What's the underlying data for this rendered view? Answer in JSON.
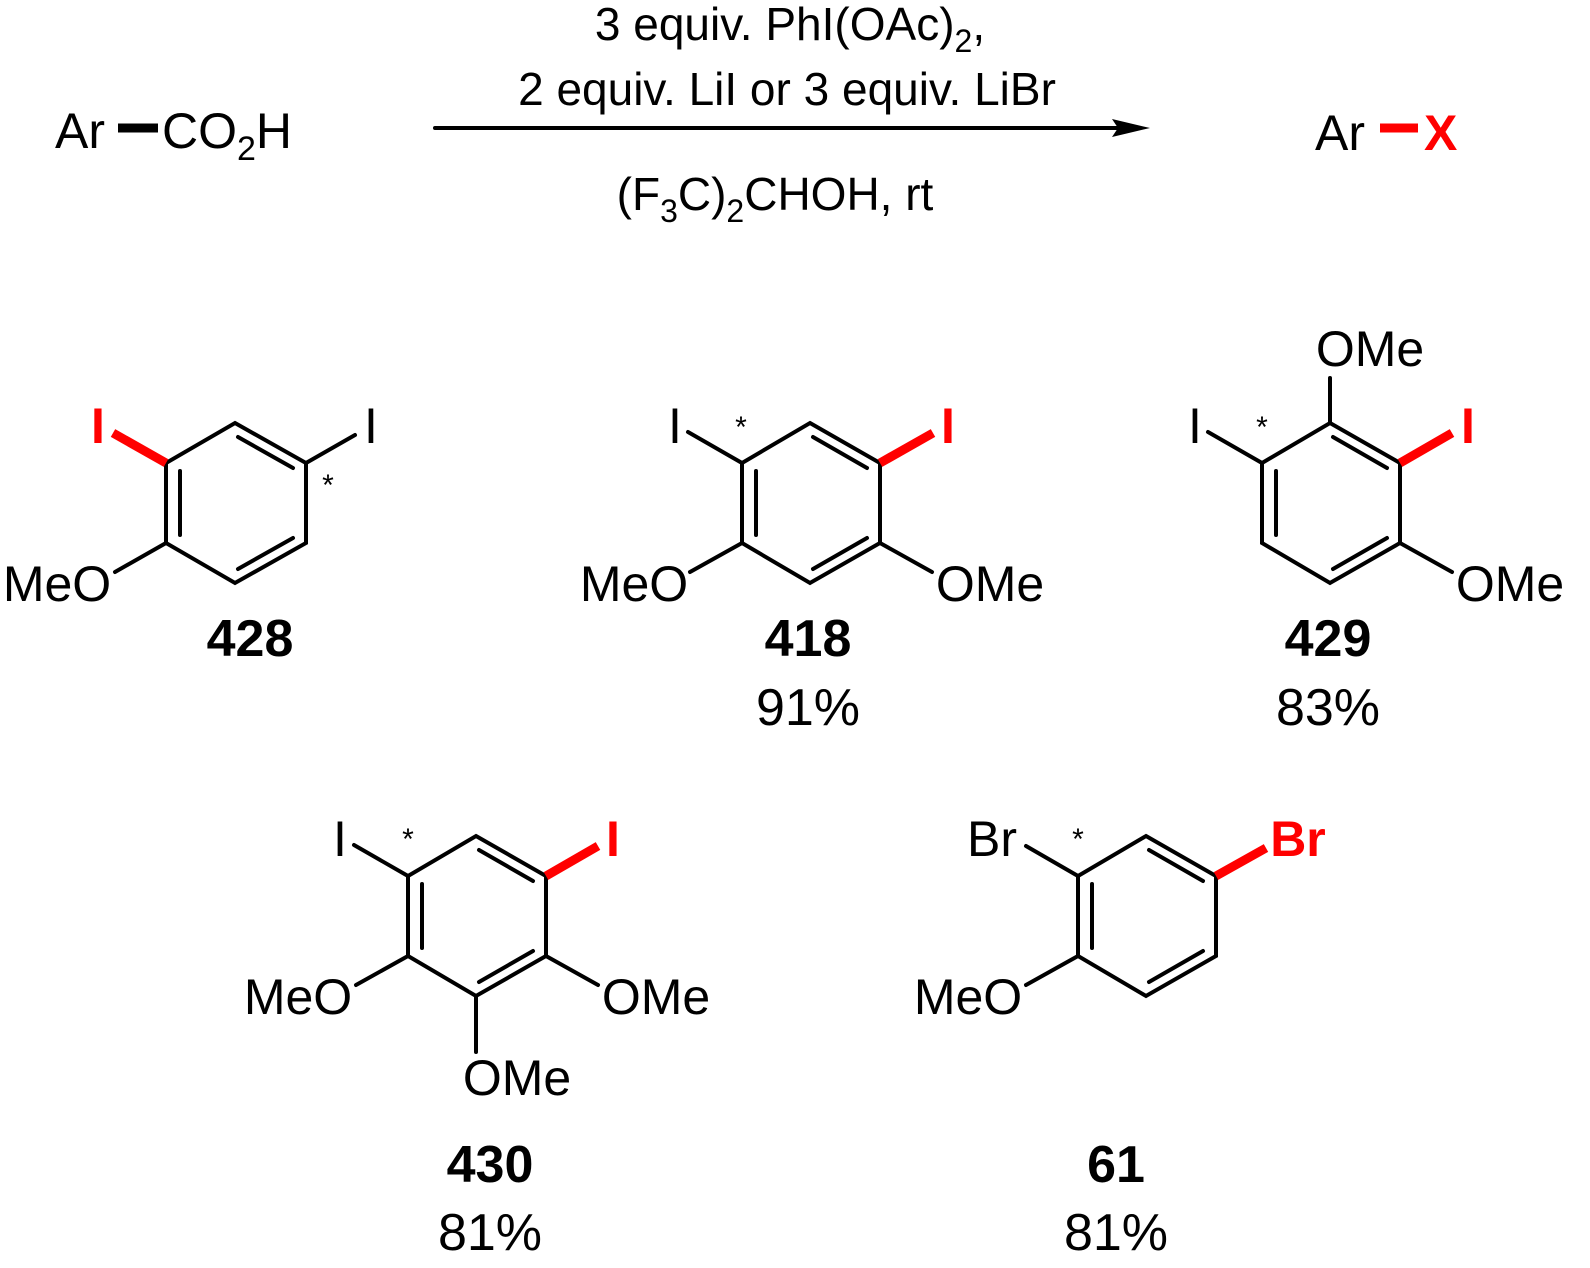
{
  "scheme": {
    "reactant": {
      "ar": "Ar",
      "group": "CO",
      "sub": "2",
      "h": "H"
    },
    "conditions": {
      "line1": {
        "text": "3 equiv. PhI(OAc)",
        "sub": "2",
        "after": ","
      },
      "line2": "2 equiv. LiI or 3 equiv. LiBr",
      "solvent": {
        "p1": "(F",
        "s1": "3",
        "p2": "C)",
        "s2": "2",
        "p3": "CHOH, rt"
      }
    },
    "product": {
      "ar": "Ar",
      "x": "X"
    }
  },
  "compounds": [
    {
      "label": "428",
      "yield": "",
      "atoms": {
        "x_new": "I",
        "x_old": "I",
        "star": "*",
        "ome_a": "MeO"
      }
    },
    {
      "label": "418",
      "yield": "91%",
      "atoms": {
        "x_new": "I",
        "x_old": "I",
        "star": "*",
        "ome_a": "MeO",
        "ome_b": "OMe"
      }
    },
    {
      "label": "429",
      "yield": "83%",
      "atoms": {
        "x_new": "I",
        "x_old": "I",
        "star": "*",
        "ome_a": "OMe",
        "ome_b": "OMe"
      }
    },
    {
      "label": "430",
      "yield": "81%",
      "atoms": {
        "x_new": "I",
        "x_old": "I",
        "star": "*",
        "ome_a": "MeO",
        "ome_b": "OMe",
        "ome_c": "OMe"
      }
    },
    {
      "label": "61",
      "yield": "81%",
      "atoms": {
        "x_new": "Br",
        "x_old": "Br",
        "star": "*",
        "ome_a": "MeO"
      }
    }
  ],
  "colors": {
    "new_bond": "#ff0000",
    "bond": "#000000"
  }
}
